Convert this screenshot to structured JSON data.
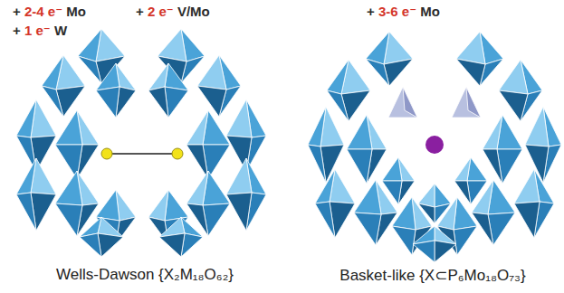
{
  "diagram": {
    "labels": [
      "+ 2-4 e⁻ Mo",
      "+ 2 e⁻ V/Mo",
      "+ 1 e⁻ W",
      "+ 3-6 e⁻ Mo",
      "Wells-Dawson {X₂M₁₈O₆₂}",
      "Basket-like {X⊂P₆Mo₁₈O₇₃}"
    ]
  }
}
